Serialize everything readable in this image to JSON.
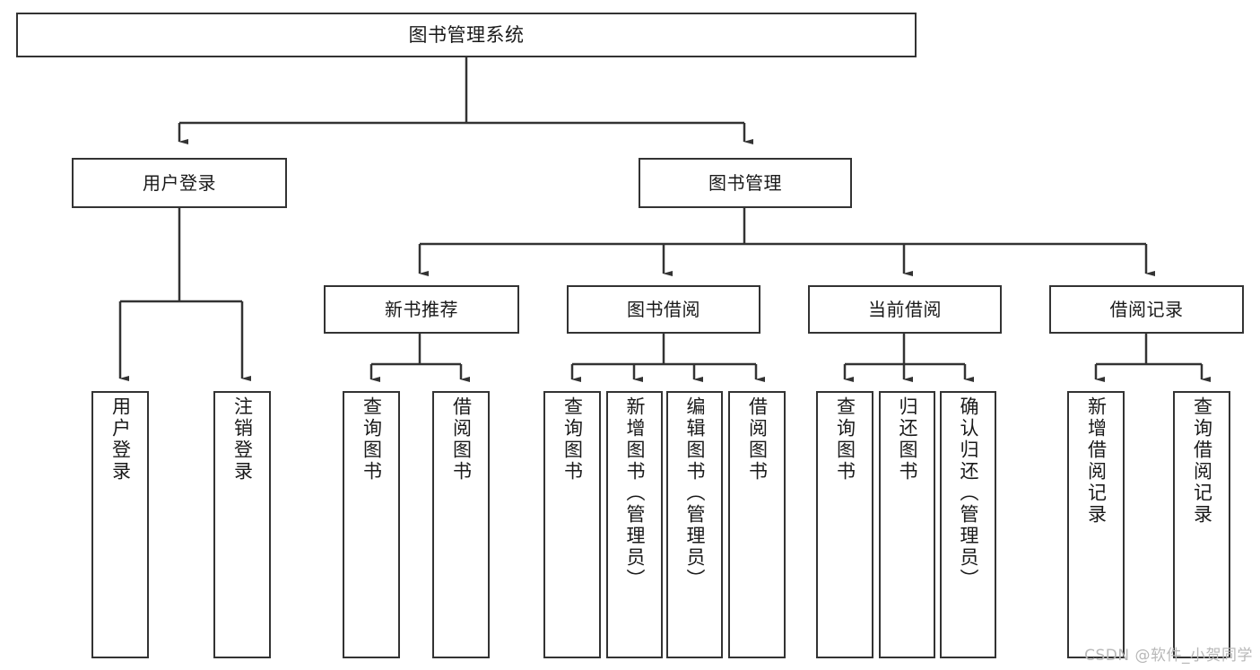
{
  "diagram": {
    "title": "图书管理系统",
    "root": {
      "label": "图书管理系统"
    },
    "level2": [
      {
        "label": "用户登录"
      },
      {
        "label": "图书管理"
      }
    ],
    "level3": [
      {
        "label": "新书推荐"
      },
      {
        "label": "图书借阅"
      },
      {
        "label": "当前借阅"
      },
      {
        "label": "借阅记录"
      }
    ],
    "leaves": {
      "user_login": [
        {
          "label": "用户登录"
        },
        {
          "label": "注销登录"
        }
      ],
      "new_book_recommend": [
        {
          "label": "查询图书"
        },
        {
          "label": "借阅图书"
        }
      ],
      "book_borrow": [
        {
          "label": "查询图书"
        },
        {
          "label": "新增图书（管理员）"
        },
        {
          "label": "编辑图书（管理员）"
        },
        {
          "label": "借阅图书"
        }
      ],
      "current_borrow": [
        {
          "label": "查询图书"
        },
        {
          "label": "归还图书"
        },
        {
          "label": "确认归还（管理员）"
        }
      ],
      "borrow_records": [
        {
          "label": "新增借阅记录"
        },
        {
          "label": "查询借阅记录"
        }
      ]
    }
  },
  "watermark": {
    "text": "CSDN @软件_小贺同学"
  },
  "colors": {
    "stroke": "#333333",
    "background": "#ffffff",
    "text": "#1a1a1a",
    "watermark": "#b8b8b8"
  }
}
